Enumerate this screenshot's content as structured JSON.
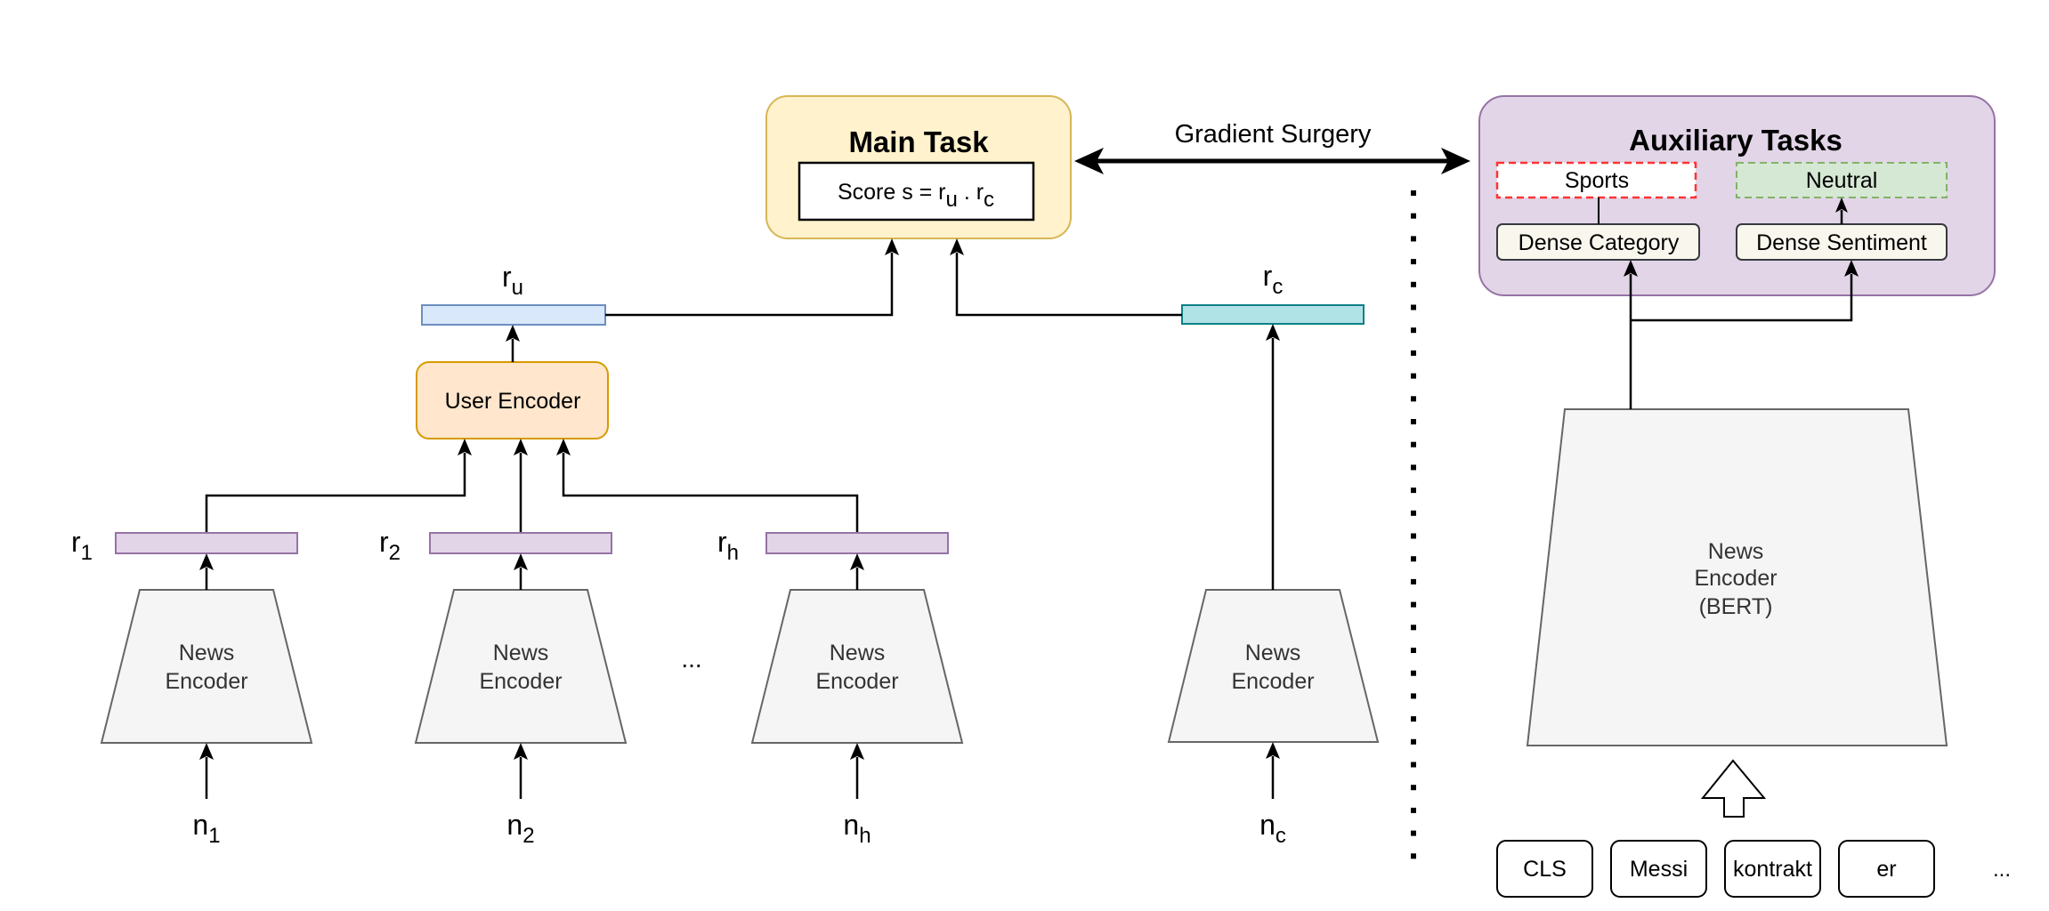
{
  "main_task": {
    "title": "Main Task",
    "score_prefix": "Score s = r",
    "score_sub1": "u",
    "score_mid": " . r",
    "score_sub2": "c",
    "colors": {
      "fill": "#fff2cc",
      "stroke": "#d6b656"
    }
  },
  "gradient_surgery": {
    "label": "Gradient Surgery"
  },
  "user_encoder": {
    "label": "User Encoder",
    "colors": {
      "fill": "#ffe6cc",
      "stroke": "#d79b00"
    }
  },
  "user_vector": {
    "base": "r",
    "sub": "u",
    "colors": {
      "fill": "#dae8fc",
      "stroke": "#6c8ebf"
    }
  },
  "candidate_vector": {
    "base": "r",
    "sub": "c",
    "colors": {
      "fill": "#b0e3e6",
      "stroke": "#0e8088"
    }
  },
  "history": {
    "encoders": [
      {
        "line1": "News",
        "line2": "Encoder",
        "rep_base": "r",
        "rep_sub": "1",
        "input_base": "n",
        "input_sub": "1"
      },
      {
        "line1": "News",
        "line2": "Encoder",
        "rep_base": "r",
        "rep_sub": "2",
        "input_base": "n",
        "input_sub": "2"
      },
      {
        "line1": "News",
        "line2": "Encoder",
        "rep_base": "r",
        "rep_sub": "h",
        "input_base": "n",
        "input_sub": "h"
      }
    ],
    "ellipsis": "...",
    "rep_colors": {
      "fill": "#e1d5e7",
      "stroke": "#9673a6"
    }
  },
  "candidate": {
    "line1": "News",
    "line2": "Encoder",
    "input_base": "n",
    "input_sub": "c"
  },
  "encoder_colors": {
    "fill": "#f5f5f5",
    "stroke": "#666666",
    "text": "#333333"
  },
  "auxiliary": {
    "title": "Auxiliary Tasks",
    "category_output": "Sports",
    "sentiment_output": "Neutral",
    "category_head": "Dense Category",
    "sentiment_head": "Dense Sentiment",
    "bert_line1": "News",
    "bert_line2": "Encoder",
    "bert_line3": "(BERT)",
    "colors": {
      "fill": "#e1d5e7",
      "stroke": "#9673a6",
      "sports_stroke": "#ff3333",
      "neutral_fill": "#d5e8d4",
      "neutral_stroke": "#82b366",
      "head_fill": "#f9f7ed",
      "head_stroke": "#36393d"
    }
  },
  "tokens": [
    "CLS",
    "Messi",
    "kontrakt",
    "er"
  ],
  "tokens_ellipsis": "..."
}
